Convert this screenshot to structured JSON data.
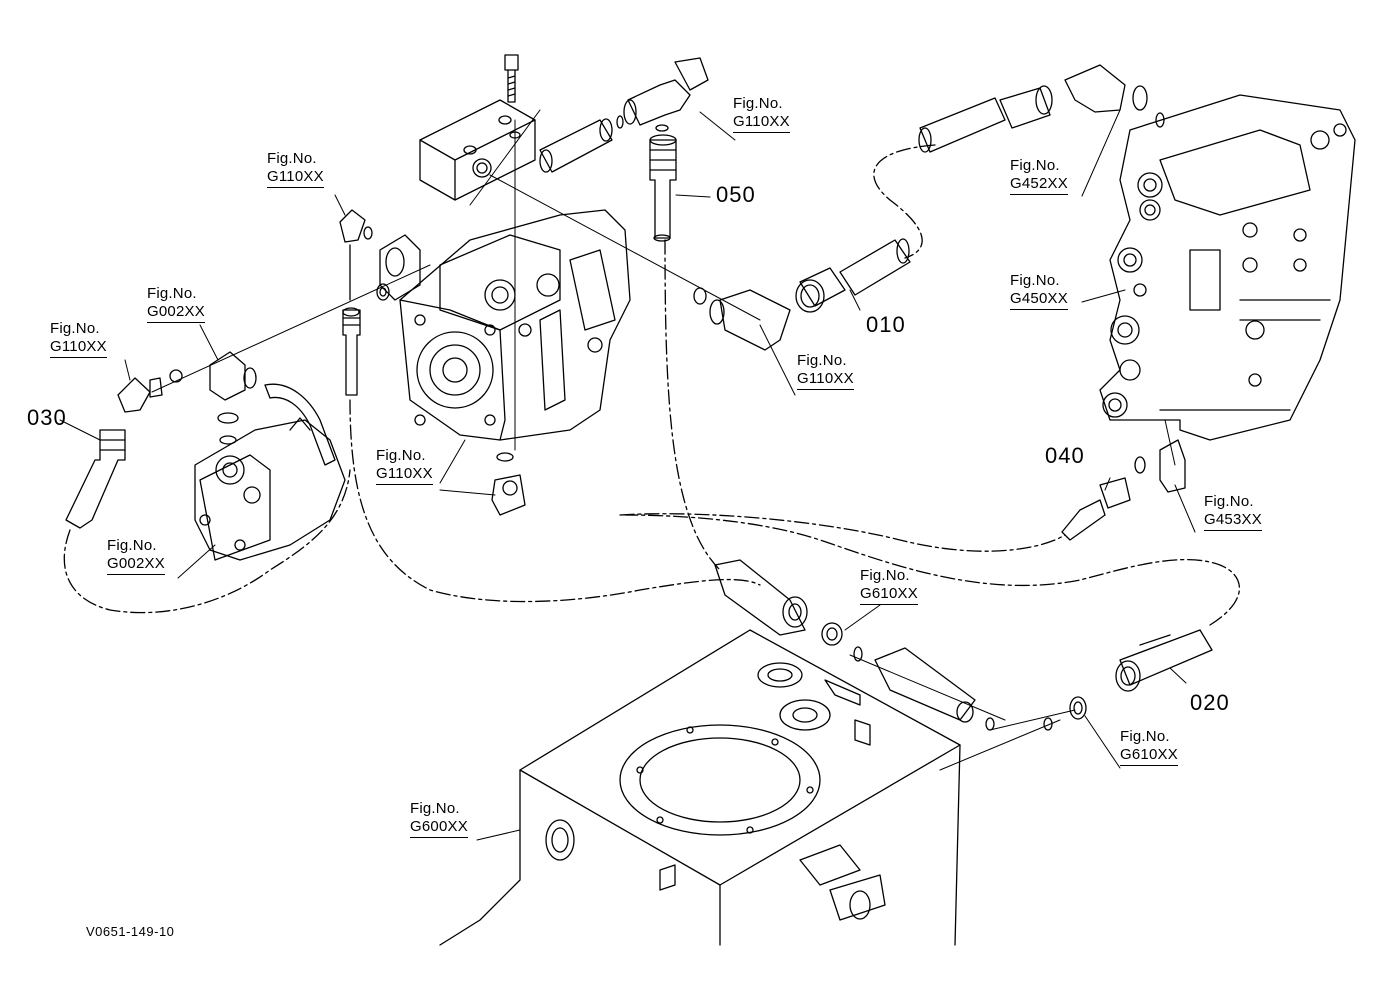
{
  "figure_code": "V0651-149-10",
  "part_numbers": {
    "p010": "010",
    "p020": "020",
    "p030": "030",
    "p040": "040",
    "p050": "050"
  },
  "fig_refs": {
    "prefix": "Fig.No.",
    "top_center_g110": "G110XX",
    "left_upper_g110": "G110XX",
    "g002_upper": "G002XX",
    "left_g110": "G110XX",
    "g002_lower": "G002XX",
    "pump_bottom_g110": "G110XX",
    "right_elbow_g110": "G110XX",
    "valve_g452": "G452XX",
    "valve_g450": "G450XX",
    "valve_g453": "G453XX",
    "tank_g610_upper": "G610XX",
    "tank_g610_right": "G610XX",
    "tank_g600": "G600XX"
  },
  "colors": {
    "ink": "#000000",
    "paper": "#ffffff"
  }
}
